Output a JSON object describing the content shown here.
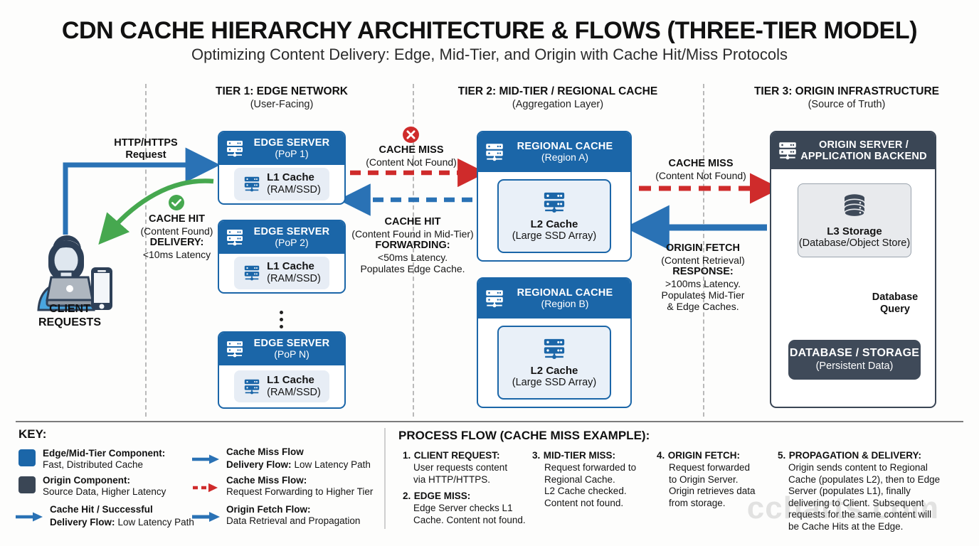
{
  "title": "CDN CACHE HIERARCHY ARCHITECTURE & FLOWS (THREE-TIER MODEL)",
  "subtitle": "Optimizing Content Delivery: Edge, Mid-Tier, and Origin with Cache Hit/Miss Protocols",
  "colors": {
    "blue": "#1b66a8",
    "blue_arrow": "#2a72b5",
    "dark_slate": "#3a4655",
    "red": "#cf2b2b",
    "green": "#46a84f",
    "cache_fill": "#e9f0f8",
    "store_fill": "#e8eaed"
  },
  "tiers": [
    {
      "name": "TIER 1: EDGE NETWORK",
      "sub": "(User-Facing)"
    },
    {
      "name": "TIER 2: MID-TIER / REGIONAL CACHE",
      "sub": "(Aggregation Layer)"
    },
    {
      "name": "TIER 3: ORIGIN INFRASTRUCTURE",
      "sub": "(Source of Truth)"
    }
  ],
  "client": {
    "label_line1": "CLIENT",
    "label_line2": "REQUESTS",
    "icon": "user-with-laptop-and-phone-icon"
  },
  "edge_servers": [
    {
      "title": "EDGE SERVER",
      "sub": "(PoP 1)",
      "cache_name": "L1 Cache",
      "cache_sub": "(RAM/SSD)"
    },
    {
      "title": "EDGE SERVER",
      "sub": "(PoP 2)",
      "cache_name": "L1 Cache",
      "cache_sub": "(RAM/SSD)"
    },
    {
      "title": "EDGE SERVER",
      "sub": "(PoP N)",
      "cache_name": "L1 Cache",
      "cache_sub": "(RAM/SSD)"
    }
  ],
  "regional_caches": [
    {
      "title": "REGIONAL CACHE",
      "sub": "(Region A)",
      "cache_name": "L2 Cache",
      "cache_sub": "(Large SSD Array)"
    },
    {
      "title": "REGIONAL CACHE",
      "sub": "(Region B)",
      "cache_name": "L2 Cache",
      "cache_sub": "(Large SSD Array)"
    }
  ],
  "origin": {
    "title_line1": "ORIGIN SERVER /",
    "title_line2": "APPLICATION BACKEND",
    "storage_name": "L3 Storage",
    "storage_sub": "(Database/Object Store)",
    "query_label_line1": "Database",
    "query_label_line2": "Query",
    "db_name": "DATABASE / STORAGE",
    "db_sub": "(Persistent Data)"
  },
  "flows": {
    "http_request": {
      "l1": "HTTP/HTTPS",
      "l2": "Request"
    },
    "client_hit": {
      "l1": "CACHE HIT",
      "l2": "(Content Found)",
      "l3": "DELIVERY:",
      "l4": "<10ms Latency"
    },
    "edge_miss": {
      "l1": "CACHE MISS",
      "l2": "(Content Not Found)"
    },
    "midtier_hit": {
      "l1": "CACHE HIT",
      "l2": "(Content Found in Mid-Tier)",
      "l3": "FORWARDING:",
      "l4": "<50ms Latency.",
      "l5": "Populates Edge Cache."
    },
    "midtier_miss": {
      "l1": "CACHE MISS",
      "l2": "(Content Not Found)"
    },
    "origin_fetch": {
      "l1": "ORIGIN FETCH",
      "l2": "(Content Retrieval)",
      "l3": "RESPONSE:",
      "l4": ">100ms Latency.",
      "l5": "Populates Mid-Tier",
      "l6": "& Edge Caches."
    }
  },
  "key": {
    "title": "KEY:",
    "items": [
      {
        "marker": "blue-square-swatch",
        "bold": "Edge/Mid-Tier Component:",
        "text": "Fast, Distributed Cache"
      },
      {
        "marker": "dark-square-swatch",
        "bold": "Origin Component:",
        "text": "Source Data, Higher Latency"
      },
      {
        "marker": "blue-solid-arrow",
        "bold": "Cache Hit / Successful",
        "bold2": "Delivery Flow:",
        "text": "Low Latency Path"
      },
      {
        "marker": "blue-solid-arrow",
        "bold": "Cache Miss Flow",
        "bold2": "Delivery Flow:",
        "text": "Low Latency Path"
      },
      {
        "marker": "red-dashed-arrow",
        "bold": "Cache Miss Flow:",
        "text": "Request Forwarding to Higher Tier"
      },
      {
        "marker": "blue-solid-arrow",
        "bold": "Origin Fetch Flow:",
        "text": "Data Retrieval and Propagation"
      }
    ]
  },
  "process_flow": {
    "title": "PROCESS FLOW (CACHE MISS EXAMPLE):",
    "steps": [
      {
        "num": "1.",
        "name": "CLIENT REQUEST:",
        "desc": "User requests content\nvia HTTP/HTTPS."
      },
      {
        "num": "2.",
        "name": "EDGE MISS:",
        "desc": "Edge Server checks L1\nCache. Content not found."
      },
      {
        "num": "3.",
        "name": "MID-TIER MISS:",
        "desc": "Request forwarded to\nRegional Cache.\nL2 Cache checked.\nContent not found."
      },
      {
        "num": "4.",
        "name": "ORIGIN FETCH:",
        "desc": "Request forwarded\nto Origin Server.\nOrigin retrieves data\nfrom storage."
      },
      {
        "num": "5.",
        "name": "PROPAGATION & DELIVERY:",
        "desc": "Origin sends content to Regional\nCache (populates L2), then to Edge\nServer (populates L1), finally\ndelivering to Client. Subsequent\nrequests for the same content will\nbe Cache Hits at the Edge."
      }
    ]
  },
  "watermark": "ccharts.com"
}
